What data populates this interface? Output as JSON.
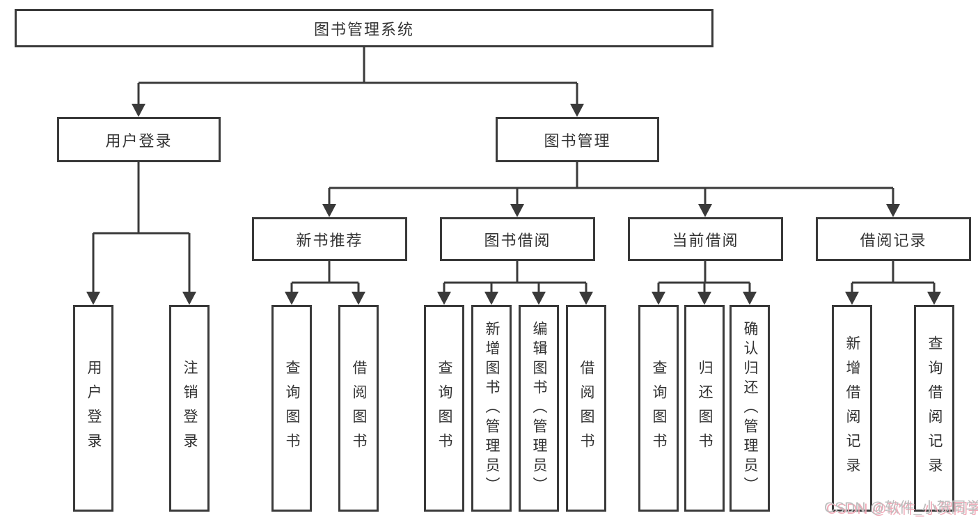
{
  "diagram": {
    "root": {
      "label": "图书管理系统"
    },
    "branches": [
      {
        "label": "用户登录",
        "children": [
          {
            "label": "用户登录"
          },
          {
            "label": "注销登录"
          }
        ]
      },
      {
        "label": "图书管理",
        "children": [
          {
            "label": "新书推荐",
            "children": [
              {
                "label": "查询图书"
              },
              {
                "label": "借阅图书"
              }
            ]
          },
          {
            "label": "图书借阅",
            "children": [
              {
                "label": "查询图书"
              },
              {
                "label": "新增图书（管理员）"
              },
              {
                "label": "编辑图书（管理员）"
              },
              {
                "label": "借阅图书"
              }
            ]
          },
          {
            "label": "当前借阅",
            "children": [
              {
                "label": "查询图书"
              },
              {
                "label": "归还图书"
              },
              {
                "label": "确认归还（管理员）"
              }
            ]
          },
          {
            "label": "借阅记录",
            "children": [
              {
                "label": "新增借阅记录"
              },
              {
                "label": "查询借阅记录"
              }
            ]
          }
        ]
      }
    ]
  },
  "watermark": {
    "text": "CSDN @软件_小贺同学"
  },
  "colors": {
    "line": "#3a3a3a",
    "text": "#333333",
    "box_fill": "#ffffff",
    "background": "#ffffff",
    "watermark_gray": "#bdbdbd",
    "watermark_pink": "#f0aab8"
  }
}
